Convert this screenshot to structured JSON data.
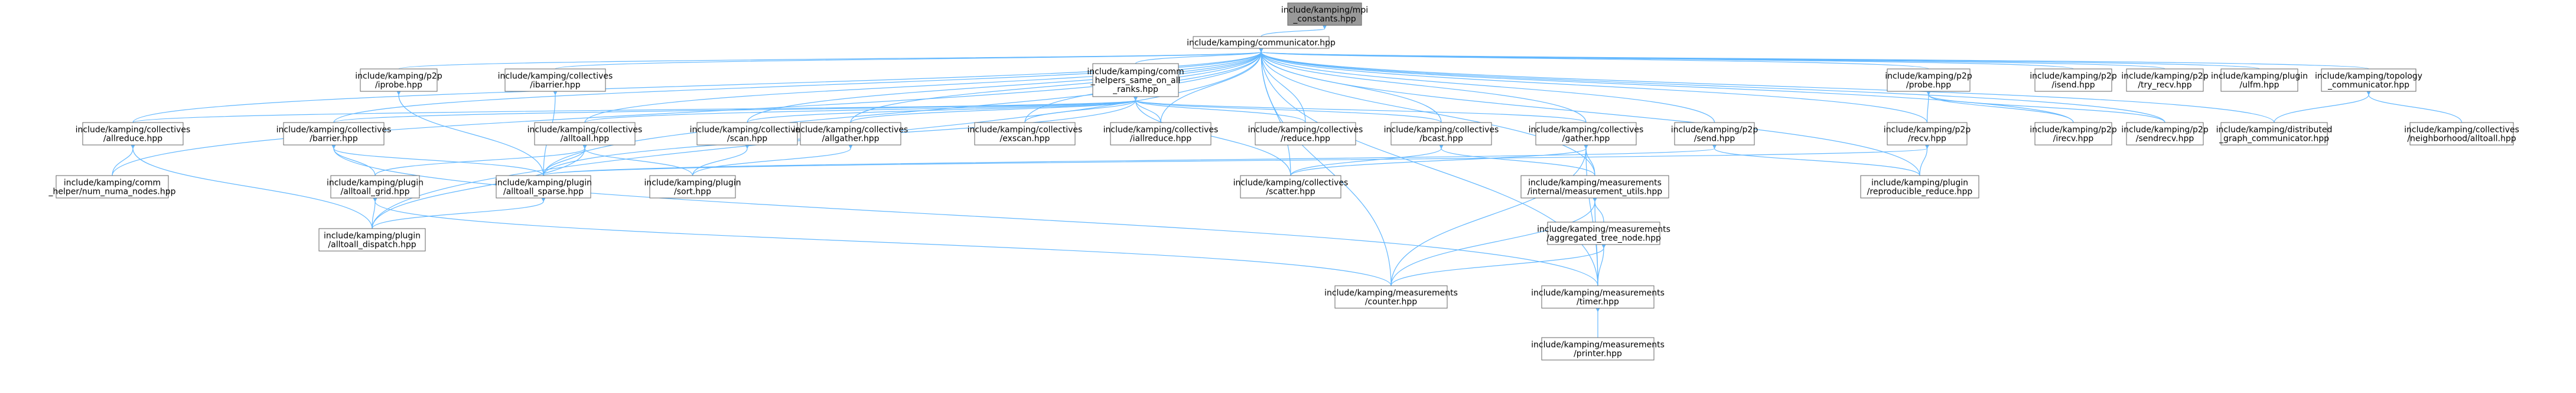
{
  "colors": {
    "edge": "#63b8ff",
    "node_border": "#666666",
    "root_fill": "#999999",
    "node_fill": "#ffffff"
  },
  "nodes": [
    {
      "id": "constants",
      "lines": [
        "include/kamping/mpi",
        "_constants.hpp"
      ],
      "root": true
    },
    {
      "id": "communicator",
      "lines": [
        "include/kamping/communicator.hpp"
      ]
    },
    {
      "id": "p2p_iprobe",
      "lines": [
        "include/kamping/p2p",
        "/iprobe.hpp"
      ]
    },
    {
      "id": "coll_ibarrier",
      "lines": [
        "include/kamping/collectives",
        "/ibarrier.hpp"
      ]
    },
    {
      "id": "comm_helpers",
      "lines": [
        "include/kamping/comm",
        "_helpers_same_on_all",
        "_ranks.hpp"
      ]
    },
    {
      "id": "p2p_probe",
      "lines": [
        "include/kamping/p2p",
        "/probe.hpp"
      ]
    },
    {
      "id": "p2p_isend",
      "lines": [
        "include/kamping/p2p",
        "/isend.hpp"
      ]
    },
    {
      "id": "p2p_try_recv",
      "lines": [
        "include/kamping/p2p",
        "/try_recv.hpp"
      ]
    },
    {
      "id": "plugin_ulfm",
      "lines": [
        "include/kamping/plugin",
        "/ulfm.hpp"
      ]
    },
    {
      "id": "topology",
      "lines": [
        "include/kamping/topology",
        "_communicator.hpp"
      ]
    },
    {
      "id": "coll_allreduce",
      "lines": [
        "include/kamping/collectives",
        "/allreduce.hpp"
      ]
    },
    {
      "id": "coll_barrier",
      "lines": [
        "include/kamping/collectives",
        "/barrier.hpp"
      ]
    },
    {
      "id": "coll_alltoall",
      "lines": [
        "include/kamping/collectives",
        "/alltoall.hpp"
      ]
    },
    {
      "id": "coll_scan",
      "lines": [
        "include/kamping/collectives",
        "/scan.hpp"
      ]
    },
    {
      "id": "coll_allgather",
      "lines": [
        "include/kamping/collectives",
        "/allgather.hpp"
      ]
    },
    {
      "id": "coll_exscan",
      "lines": [
        "include/kamping/collectives",
        "/exscan.hpp"
      ]
    },
    {
      "id": "coll_iallreduce",
      "lines": [
        "include/kamping/collectives",
        "/iallreduce.hpp"
      ]
    },
    {
      "id": "coll_reduce",
      "lines": [
        "include/kamping/collectives",
        "/reduce.hpp"
      ]
    },
    {
      "id": "coll_bcast",
      "lines": [
        "include/kamping/collectives",
        "/bcast.hpp"
      ]
    },
    {
      "id": "coll_gather",
      "lines": [
        "include/kamping/collectives",
        "/gather.hpp"
      ]
    },
    {
      "id": "p2p_send",
      "lines": [
        "include/kamping/p2p",
        "/send.hpp"
      ]
    },
    {
      "id": "p2p_recv",
      "lines": [
        "include/kamping/p2p",
        "/recv.hpp"
      ]
    },
    {
      "id": "p2p_irecv",
      "lines": [
        "include/kamping/p2p",
        "/irecv.hpp"
      ]
    },
    {
      "id": "p2p_sendrecv",
      "lines": [
        "include/kamping/p2p",
        "/sendrecv.hpp"
      ]
    },
    {
      "id": "dist_graph",
      "lines": [
        "include/kamping/distributed",
        "_graph_communicator.hpp"
      ]
    },
    {
      "id": "coll_neighborhood",
      "lines": [
        "include/kamping/collectives",
        "/neighborhood/alltoall.hpp"
      ]
    },
    {
      "id": "comm_helpers_numa",
      "lines": [
        "include/kamping/comm",
        "_helper/num_numa_nodes.hpp"
      ]
    },
    {
      "id": "plugin_alltoall_grid",
      "lines": [
        "include/kamping/plugin",
        "/alltoall_grid.hpp"
      ]
    },
    {
      "id": "plugin_alltoall_sparse",
      "lines": [
        "include/kamping/plugin",
        "/alltoall_sparse.hpp"
      ]
    },
    {
      "id": "plugin_sort",
      "lines": [
        "include/kamping/plugin",
        "/sort.hpp"
      ]
    },
    {
      "id": "coll_scatter",
      "lines": [
        "include/kamping/collectives",
        "/scatter.hpp"
      ]
    },
    {
      "id": "meas_internal",
      "lines": [
        "include/kamping/measurements",
        "/internal/measurement_utils.hpp"
      ]
    },
    {
      "id": "plugin_reproducible",
      "lines": [
        "include/kamping/plugin",
        "/reproducible_reduce.hpp"
      ]
    },
    {
      "id": "plugin_alltoall_dispatch",
      "lines": [
        "include/kamping/plugin",
        "/alltoall_dispatch.hpp"
      ]
    },
    {
      "id": "meas_aggregated",
      "lines": [
        "include/kamping/measurements",
        "/aggregated_tree_node.hpp"
      ]
    },
    {
      "id": "meas_counter",
      "lines": [
        "include/kamping/measurements",
        "/counter.hpp"
      ]
    },
    {
      "id": "meas_timer",
      "lines": [
        "include/kamping/measurements",
        "/timer.hpp"
      ]
    },
    {
      "id": "meas_printer",
      "lines": [
        "include/kamping/measurements",
        "/printer.hpp"
      ]
    }
  ]
}
